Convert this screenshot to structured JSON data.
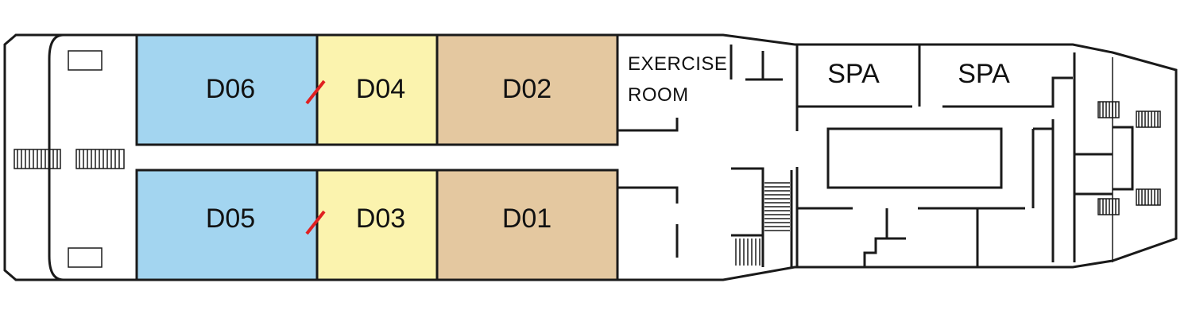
{
  "colors": {
    "cabin_blue": "#a3d5f0",
    "cabin_yellow": "#fbf3ae",
    "cabin_tan": "#e4c8a0",
    "connecting_door": "#e02020",
    "outline": "#1a1a1a",
    "background": "#ffffff"
  },
  "cabins": {
    "d06": "D06",
    "d04": "D04",
    "d02": "D02",
    "d05": "D05",
    "d03": "D03",
    "d01": "D01"
  },
  "rooms": {
    "exercise_line1": "EXERCISE",
    "exercise_line2": "ROOM",
    "spa_1": "SPA",
    "spa_2": "SPA"
  },
  "icons": [
    "stairs-icon",
    "connecting-door-icon",
    "window-icon"
  ]
}
